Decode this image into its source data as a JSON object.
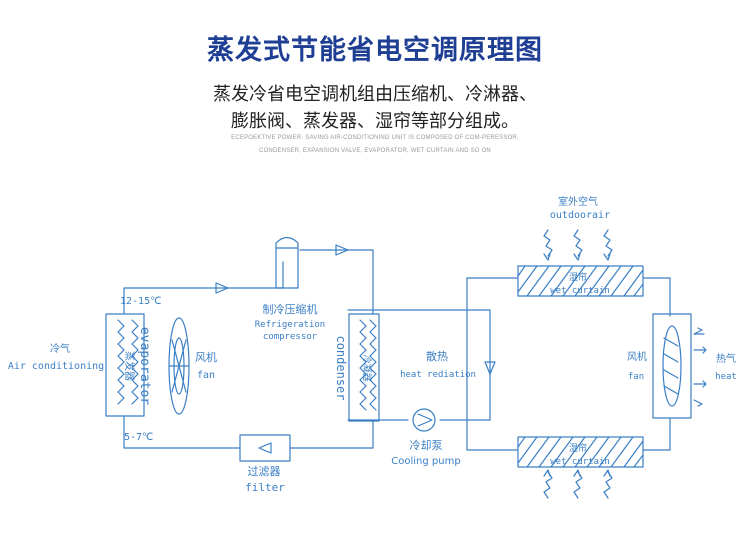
{
  "title": "蒸发式节能省电空调原理图",
  "subtitle_line1": "蒸发冷省电空调机组由压缩机、冷淋器、",
  "subtitle_line2": "膨胀阀、蒸发器、湿帘等部分组成。",
  "english_line1": "ECEPOEKTIVE POWER- SAVING AIR-CONDITIONING UNIT IS COMPOSED OF COM-PERESSOR,",
  "english_line2": "CONDENSER, EXPANSION VALVE, EVAPORATOR, WET CURTAIN AND SO ON",
  "diagram": {
    "temp_high": "12-15℃",
    "temp_low": "5-7℃",
    "cold_air_cn": "冷气",
    "cold_air_en": "Air conditioning",
    "evaporator_cn": "蒸发器",
    "evaporator_en": "evaporator",
    "fan_left_cn": "风机",
    "fan_left_en": "fan",
    "compressor_cn": "制冷压缩机",
    "compressor_en1": "Refrigeration",
    "compressor_en2": "compressor",
    "condenser_cn": "冷凝器",
    "condenser_en": "condenser",
    "heat_cn": "散热",
    "heat_en": "heat rediation",
    "pump_cn": "冷却泵",
    "pump_en": "Cooling pump",
    "filter_cn": "过滤器",
    "filter_en": "filter",
    "outdoor_cn": "室外空气",
    "outdoor_en": "outdoorair",
    "curtain_top_cn": "湿帘",
    "curtain_top_en": "wet curtain",
    "curtain_bottom_cn": "湿帘",
    "curtain_bottom_en": "wet curtain",
    "fan_right_cn": "风机",
    "fan_right_en": "fan",
    "hot_air_cn": "热气",
    "hot_air_en": "heat"
  },
  "colors": {
    "title": "#1f3f94",
    "line": "#3a7fc5"
  }
}
